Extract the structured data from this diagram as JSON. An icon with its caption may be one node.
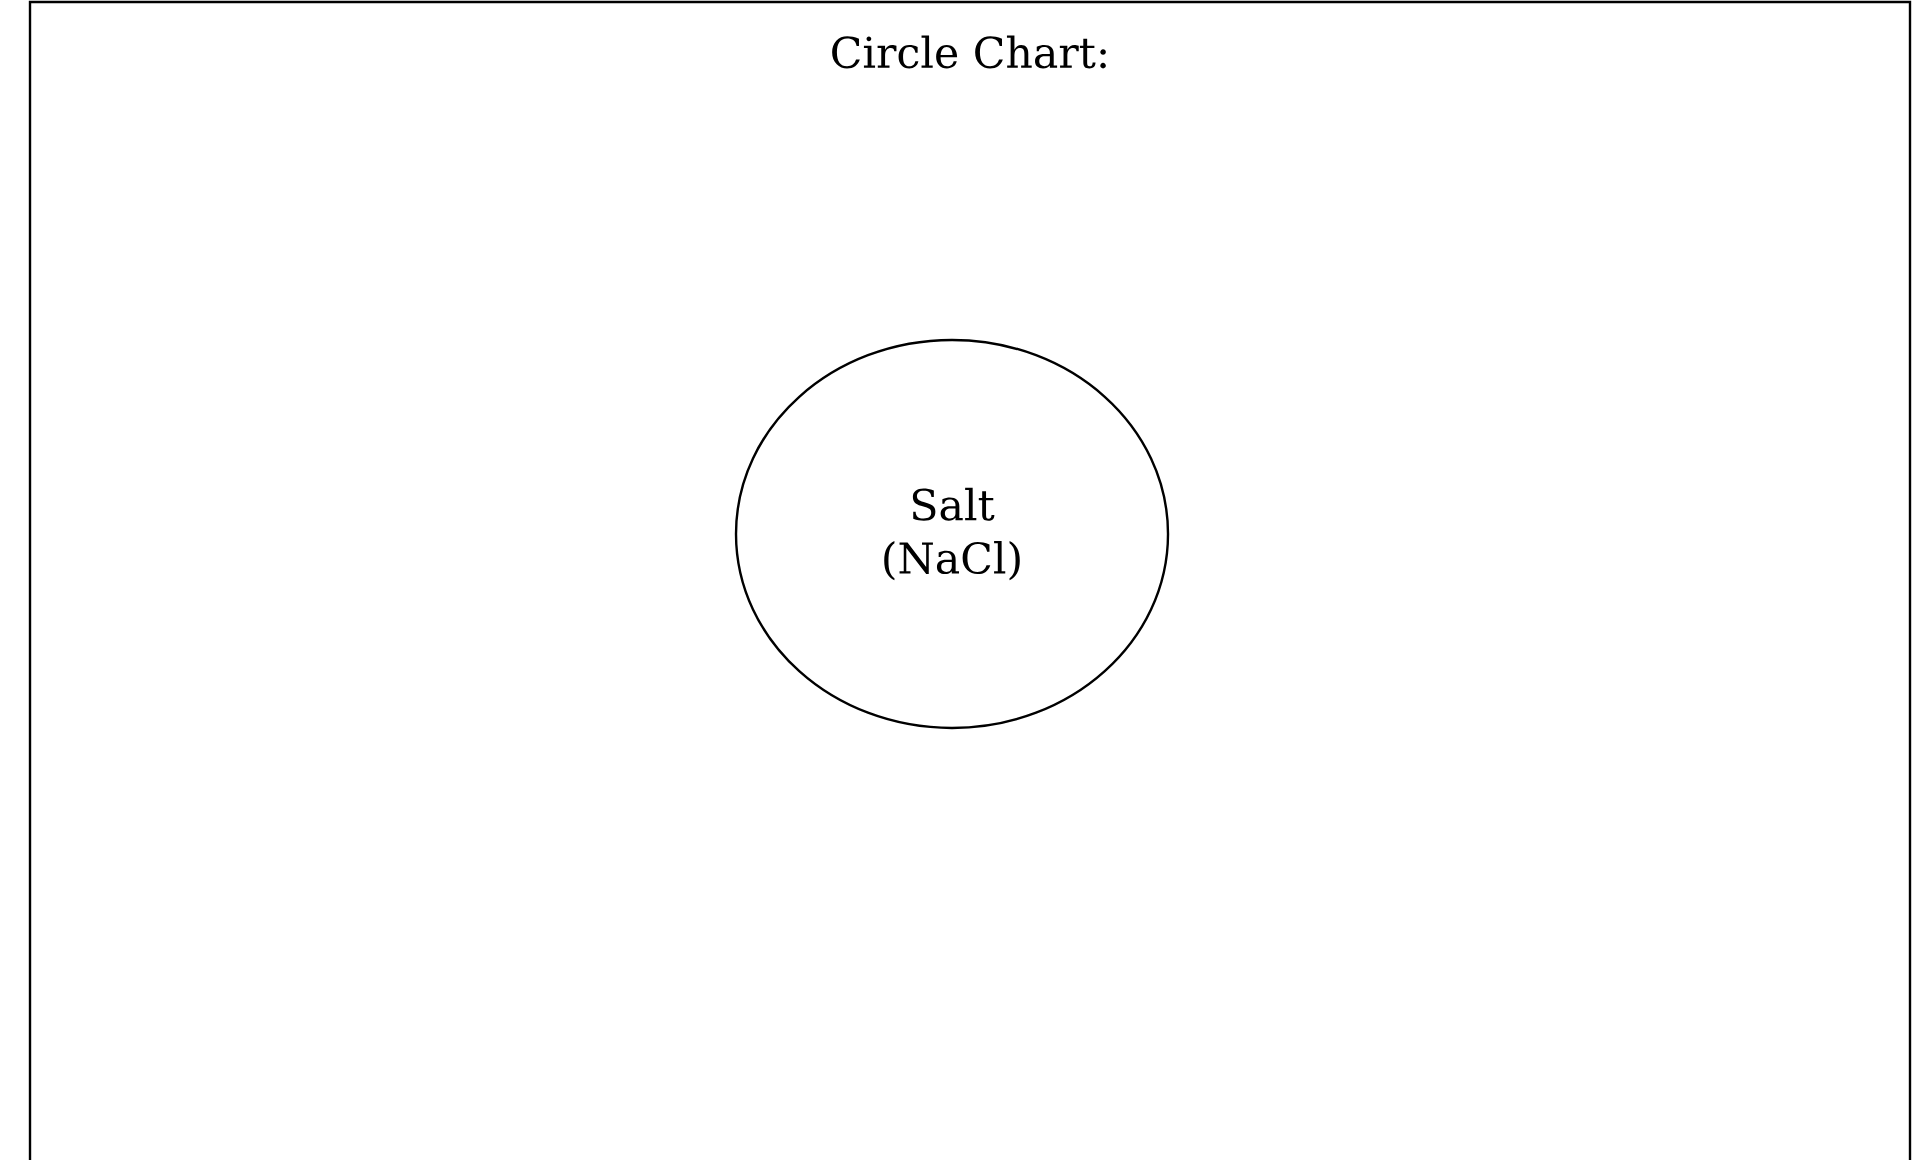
{
  "diagram": {
    "nodes": [
      {
        "text": [
          "Circle Chart:"
        ]
      },
      {
        "text": [
          "Salt (NaCl)"
        ],
        "in": 0
      }
    ]
  }
}
